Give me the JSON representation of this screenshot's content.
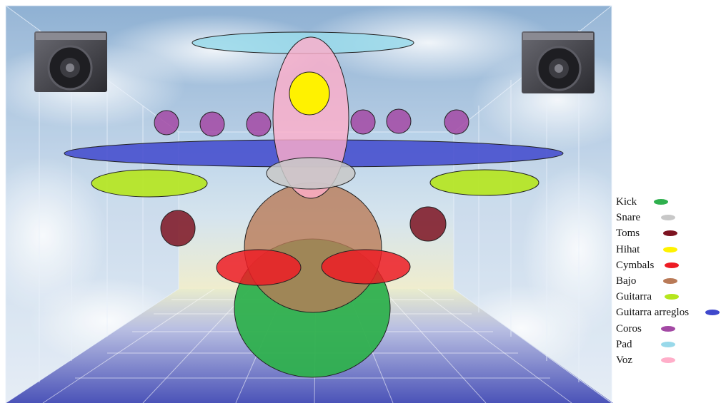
{
  "legend": {
    "items": [
      {
        "label": "Kick",
        "color": "#2fb04e"
      },
      {
        "label": "Snare",
        "color": "#c8c8c8"
      },
      {
        "label": "Toms",
        "color": "#7d1321"
      },
      {
        "label": "Hihat",
        "color": "#fff200"
      },
      {
        "label": "Cymbals",
        "color": "#ed1c24"
      },
      {
        "label": "Bajo",
        "color": "#b97a57"
      },
      {
        "label": "Guitarra",
        "color": "#b5e61d"
      },
      {
        "label": "Guitarra arreglos",
        "color": "#3f48cc"
      },
      {
        "label": "Coros",
        "color": "#a349a4"
      },
      {
        "label": "Pad",
        "color": "#99d9ea"
      },
      {
        "label": "Voz",
        "color": "#ffaec9"
      }
    ]
  }
}
